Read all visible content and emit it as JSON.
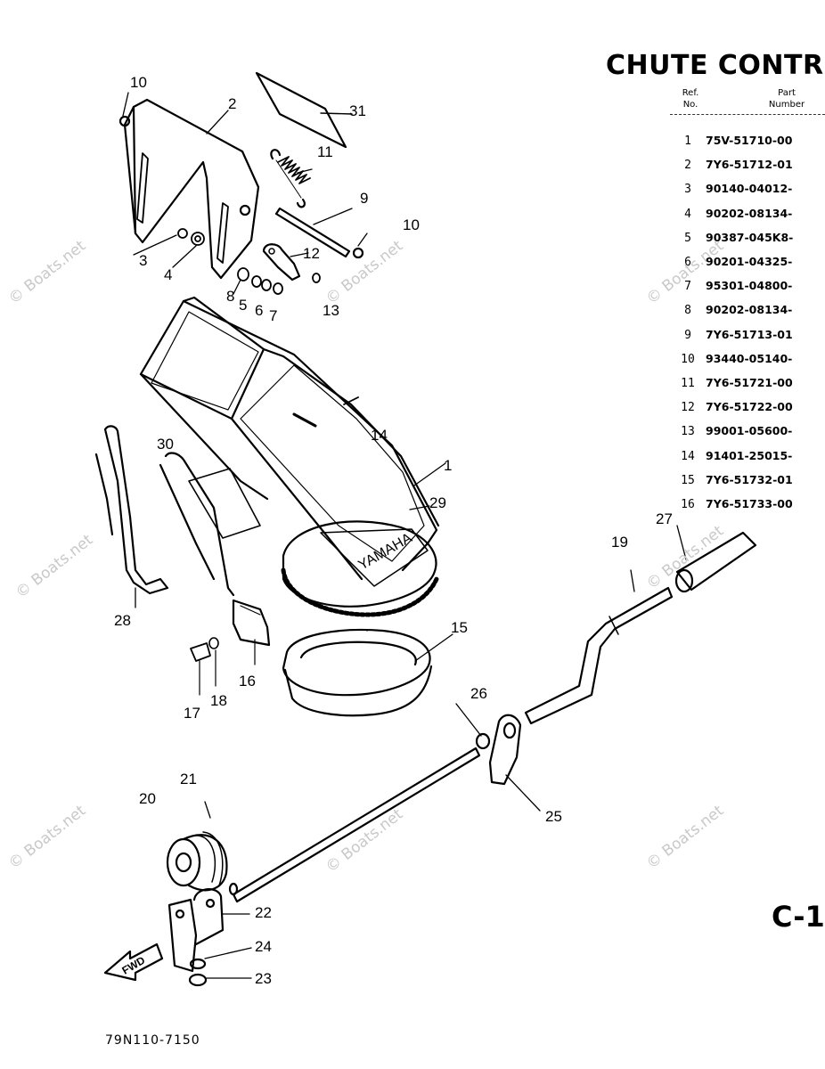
{
  "header": {
    "title": "CHUTE CONTR",
    "col_ref": "Ref.\nNo.",
    "col_part": "Part\nNumber"
  },
  "parts": [
    {
      "no": "1",
      "part": "75V-51710-00"
    },
    {
      "no": "2",
      "part": "7Y6-51712-01"
    },
    {
      "no": "3",
      "part": "90140-04012-"
    },
    {
      "no": "4",
      "part": "90202-08134-"
    },
    {
      "no": "5",
      "part": "90387-045K8-"
    },
    {
      "no": "6",
      "part": "90201-04325-"
    },
    {
      "no": "7",
      "part": "95301-04800-"
    },
    {
      "no": "8",
      "part": "90202-08134-"
    },
    {
      "no": "9",
      "part": "7Y6-51713-01"
    },
    {
      "no": "10",
      "part": "93440-05140-"
    },
    {
      "no": "11",
      "part": "7Y6-51721-00"
    },
    {
      "no": "12",
      "part": "7Y6-51722-00"
    },
    {
      "no": "13",
      "part": "99001-05600-"
    },
    {
      "no": "14",
      "part": "91401-25015-"
    },
    {
      "no": "15",
      "part": "7Y6-51732-01"
    },
    {
      "no": "16",
      "part": "7Y6-51733-00"
    }
  ],
  "page_code": "C-1",
  "drawing_number": "79N110-7150",
  "diagram_text": {
    "brand_on_chute": "YAMAHA",
    "arrow_label": "FWD"
  },
  "callouts": [
    "10",
    "2",
    "31",
    "11",
    "9",
    "10",
    "3",
    "4",
    "12",
    "8",
    "5",
    "6",
    "7",
    "13",
    "14",
    "1",
    "30",
    "29",
    "28",
    "27",
    "19",
    "15",
    "16",
    "17",
    "18",
    "26",
    "21",
    "20",
    "25",
    "22",
    "24",
    "23"
  ],
  "watermark": "© Boats.net",
  "colors": {
    "ink": "#000000",
    "watermark": "#c9c9c9",
    "background": "#ffffff"
  }
}
